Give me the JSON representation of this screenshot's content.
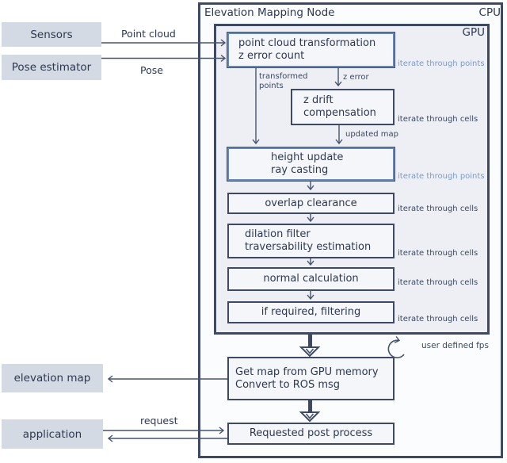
{
  "colors": {
    "dark_border": "#3e4a63",
    "dark_text": "#2d3850",
    "accent_blue_border": "#6787b7",
    "accent_blue_text": "#7e9bc8",
    "gpu_fill": "#edeff4",
    "cpu_fill": "#fbfcfe",
    "node_fill": "#f5f6f9",
    "external_node_fill": "#d4dae4"
  },
  "containers": {
    "title": "Elevation Mapping Node",
    "cpu": "CPU",
    "gpu": "GPU"
  },
  "external_nodes": {
    "sensors": "Sensors",
    "pose_estimator": "Pose estimator",
    "elevation_map": "elevation map",
    "application": "application"
  },
  "nodes": {
    "point_cloud_transform": {
      "line1": "point cloud transformation",
      "line2": "z error count"
    },
    "z_drift": {
      "line1": "z drift",
      "line2": "compensation"
    },
    "height_update": {
      "line1": "height update",
      "line2": "ray casting"
    },
    "overlap_clearance": {
      "line1": "overlap clearance"
    },
    "dilation_filter": {
      "line1": "dilation filter",
      "line2": "traversability estimation"
    },
    "normal_calculation": {
      "line1": "normal calculation"
    },
    "filtering": {
      "line1": "if required, filtering"
    },
    "get_map": {
      "line1": "Get map from GPU memory",
      "line2": "Convert to ROS msg"
    },
    "post_process": {
      "line1": "Requested post process"
    }
  },
  "edge_labels": {
    "point_cloud": "Point cloud",
    "pose": "Pose",
    "transformed_points_line1": "transformed",
    "transformed_points_line2": "points",
    "z_error": "z error",
    "updated_map": "updated map",
    "user_defined_fps": "user defined fps",
    "request": "request"
  },
  "iteration_labels": {
    "points_1": "iterate through points",
    "cells_1": "iterate through cells",
    "points_2": "iterate through points",
    "cells_2": "iterate through cells",
    "cells_3": "iterate through cells",
    "cells_4": "iterate through cells",
    "cells_5": "iterate through cells"
  }
}
